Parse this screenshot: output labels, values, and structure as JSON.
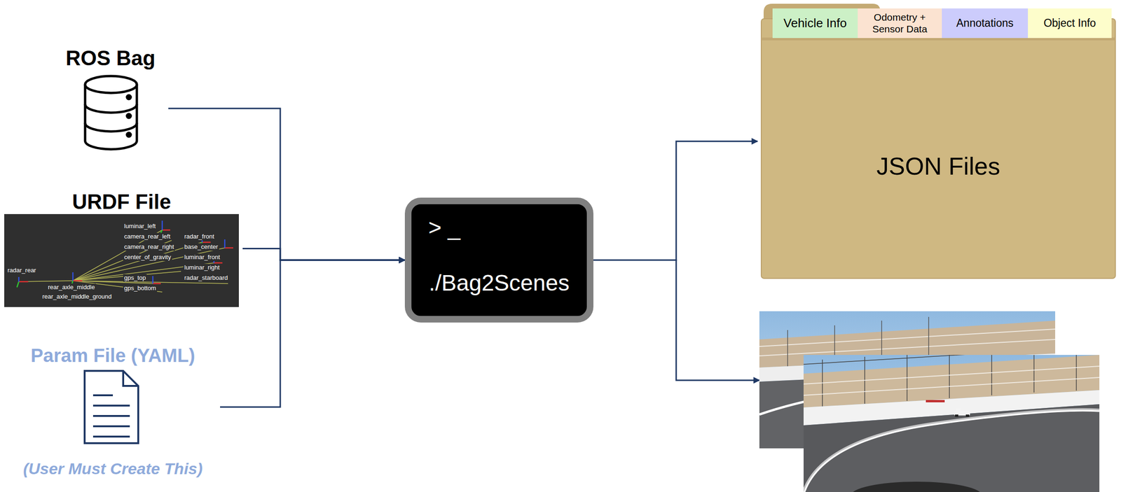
{
  "diagram": {
    "nodes": [
      {
        "text": [
          "ROS Bag"
        ]
      },
      {
        "text": [
          "URDF File"
        ]
      },
      {
        "text": [
          "Param File (YAML)",
          "(User Must Create This)"
        ]
      },
      {
        "text": [
          "> _",
          "./Bag2Scenes"
        ]
      },
      {
        "text": [
          "JSON Files"
        ]
      },
      {
        "text": [
          "Vehicle Info"
        ],
        "in": 4
      },
      {
        "text": [
          "Odometry + Sensor Data"
        ],
        "in": 4
      },
      {
        "text": [
          "Annotations"
        ],
        "in": 4
      },
      {
        "text": [
          "Object Info"
        ],
        "in": 4
      }
    ],
    "edges": [
      {
        "from": 0,
        "to": 3,
        "arrow": "to"
      },
      {
        "from": 1,
        "to": 3,
        "arrow": "to"
      },
      {
        "from": 2,
        "to": 3,
        "arrow": "to"
      },
      {
        "from": 3,
        "to": 4,
        "arrow": "to"
      }
    ],
    "labels": [
      "radar_rear",
      "rear_axle_middle",
      "rear_axle_middle_ground",
      "luminar_left",
      "camera_rear_left",
      "radar_front",
      "camera_rear_right",
      "base_center",
      "center_of_gravity",
      "luminar_front",
      "luminar_right",
      "gps_top",
      "radar_starboard",
      "gps_bottom"
    ]
  }
}
